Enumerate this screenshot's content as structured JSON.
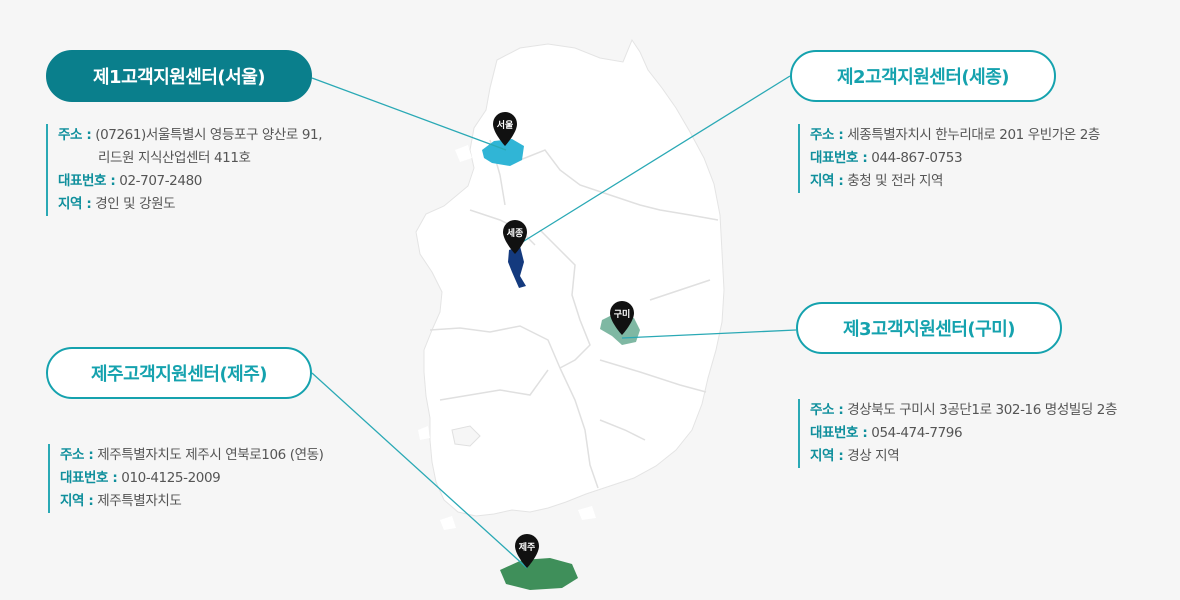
{
  "colors": {
    "accent": "#0a7f8c",
    "accent_light": "#15a2ae",
    "label": "#0f8f9c",
    "seoul": "#30b5d6",
    "sejong": "#143a7e",
    "gumi": "#7fb8a3",
    "jeju": "#3f8f5a",
    "land": "#ffffff",
    "border": "#dddddd"
  },
  "centers": {
    "seoul": {
      "title": "제1고객지원센터(서울)",
      "pin": "서울",
      "addr_label": "주소 :",
      "addr_line1": "(07261)서울특별시 영등포구 양산로 91,",
      "addr_line2": "리드원 지식산업센터 411호",
      "phone_label": "대표번호 :",
      "phone": "02-707-2480",
      "region_label": "지역 :",
      "region": "경인 및 강원도"
    },
    "sejong": {
      "title": "제2고객지원센터(세종)",
      "pin": "세종",
      "addr_label": "주소 :",
      "addr_line1": "세종특별자치시 한누리대로 201 우빈가온 2층",
      "phone_label": "대표번호 :",
      "phone": "044-867-0753",
      "region_label": "지역 :",
      "region": "충청 및 전라 지역"
    },
    "gumi": {
      "title": "제3고객지원센터(구미)",
      "pin": "구미",
      "addr_label": "주소 :",
      "addr_line1": "경상북도 구미시 3공단1로 302-16 명성빌딩 2층",
      "phone_label": "대표번호 :",
      "phone": "054-474-7796",
      "region_label": "지역 :",
      "region": "경상 지역"
    },
    "jeju": {
      "title": "제주고객지원센터(제주)",
      "pin": "제주",
      "addr_label": "주소 :",
      "addr_line1": "제주특별자치도 제주시 연북로106 (연동)",
      "phone_label": "대표번호 :",
      "phone": "010-4125-2009",
      "region_label": "지역 :",
      "region": "제주특별자치도"
    }
  }
}
